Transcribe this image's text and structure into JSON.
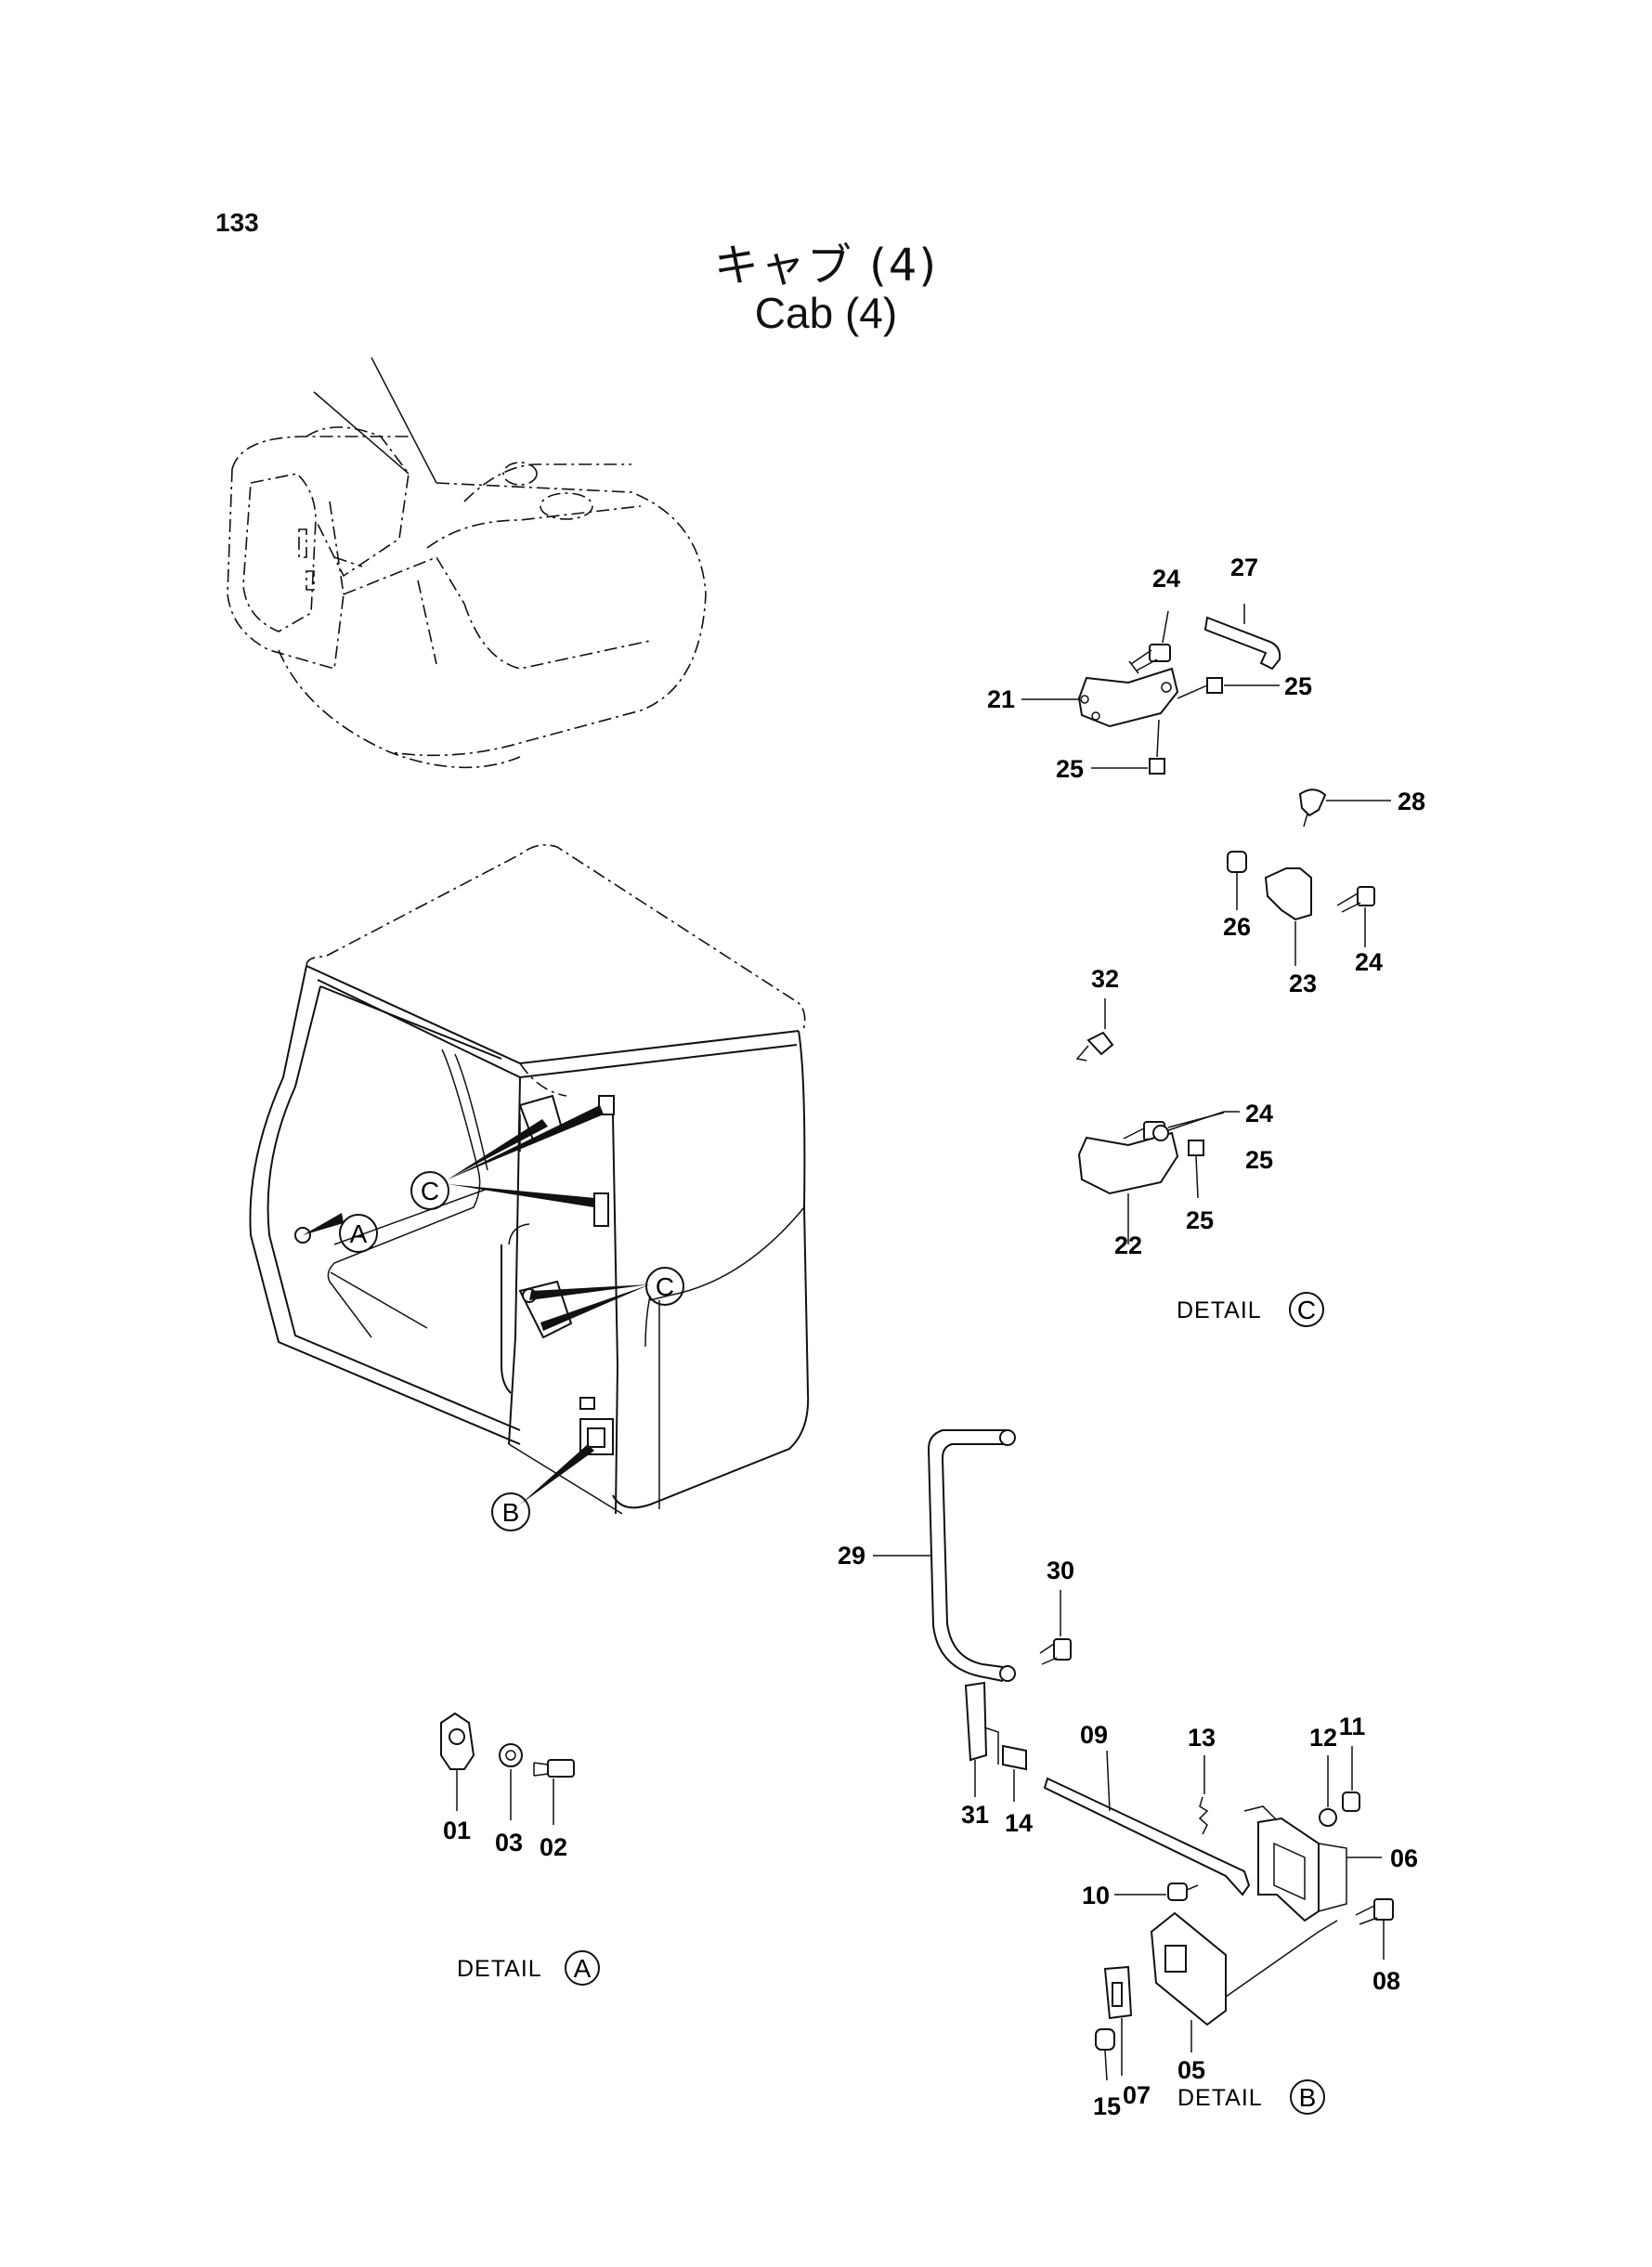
{
  "page": {
    "number": "133",
    "title_jp": "キャブ (4)",
    "title_en": "Cab (4)"
  },
  "callouts": [
    {
      "id": "A",
      "text": "A"
    },
    {
      "id": "B",
      "text": "B"
    },
    {
      "id": "C1",
      "text": "C"
    },
    {
      "id": "C2",
      "text": "C"
    }
  ],
  "details": [
    {
      "id": "detail-a",
      "text": "DETAIL",
      "ref": "A"
    },
    {
      "id": "detail-b",
      "text": "DETAIL",
      "ref": "B"
    },
    {
      "id": "detail-c",
      "text": "DETAIL",
      "ref": "C"
    }
  ],
  "part_labels": [
    {
      "id": "p01",
      "text": "01"
    },
    {
      "id": "p02",
      "text": "02"
    },
    {
      "id": "p03",
      "text": "03"
    },
    {
      "id": "p05",
      "text": "05"
    },
    {
      "id": "p06",
      "text": "06"
    },
    {
      "id": "p07",
      "text": "07"
    },
    {
      "id": "p08",
      "text": "08"
    },
    {
      "id": "p09",
      "text": "09"
    },
    {
      "id": "p10",
      "text": "10"
    },
    {
      "id": "p11",
      "text": "11"
    },
    {
      "id": "p12",
      "text": "12"
    },
    {
      "id": "p13",
      "text": "13"
    },
    {
      "id": "p14",
      "text": "14"
    },
    {
      "id": "p15",
      "text": "15"
    },
    {
      "id": "p21",
      "text": "21"
    },
    {
      "id": "p22",
      "text": "22"
    },
    {
      "id": "p23",
      "text": "23"
    },
    {
      "id": "p24a",
      "text": "24"
    },
    {
      "id": "p24b",
      "text": "24"
    },
    {
      "id": "p24c",
      "text": "24"
    },
    {
      "id": "p25a",
      "text": "25"
    },
    {
      "id": "p25b",
      "text": "25"
    },
    {
      "id": "p25c",
      "text": "25"
    },
    {
      "id": "p25d",
      "text": "25"
    },
    {
      "id": "p26",
      "text": "26"
    },
    {
      "id": "p27",
      "text": "27"
    },
    {
      "id": "p28",
      "text": "28"
    },
    {
      "id": "p29",
      "text": "29"
    },
    {
      "id": "p30",
      "text": "30"
    },
    {
      "id": "p31",
      "text": "31"
    },
    {
      "id": "p32",
      "text": "32"
    }
  ]
}
